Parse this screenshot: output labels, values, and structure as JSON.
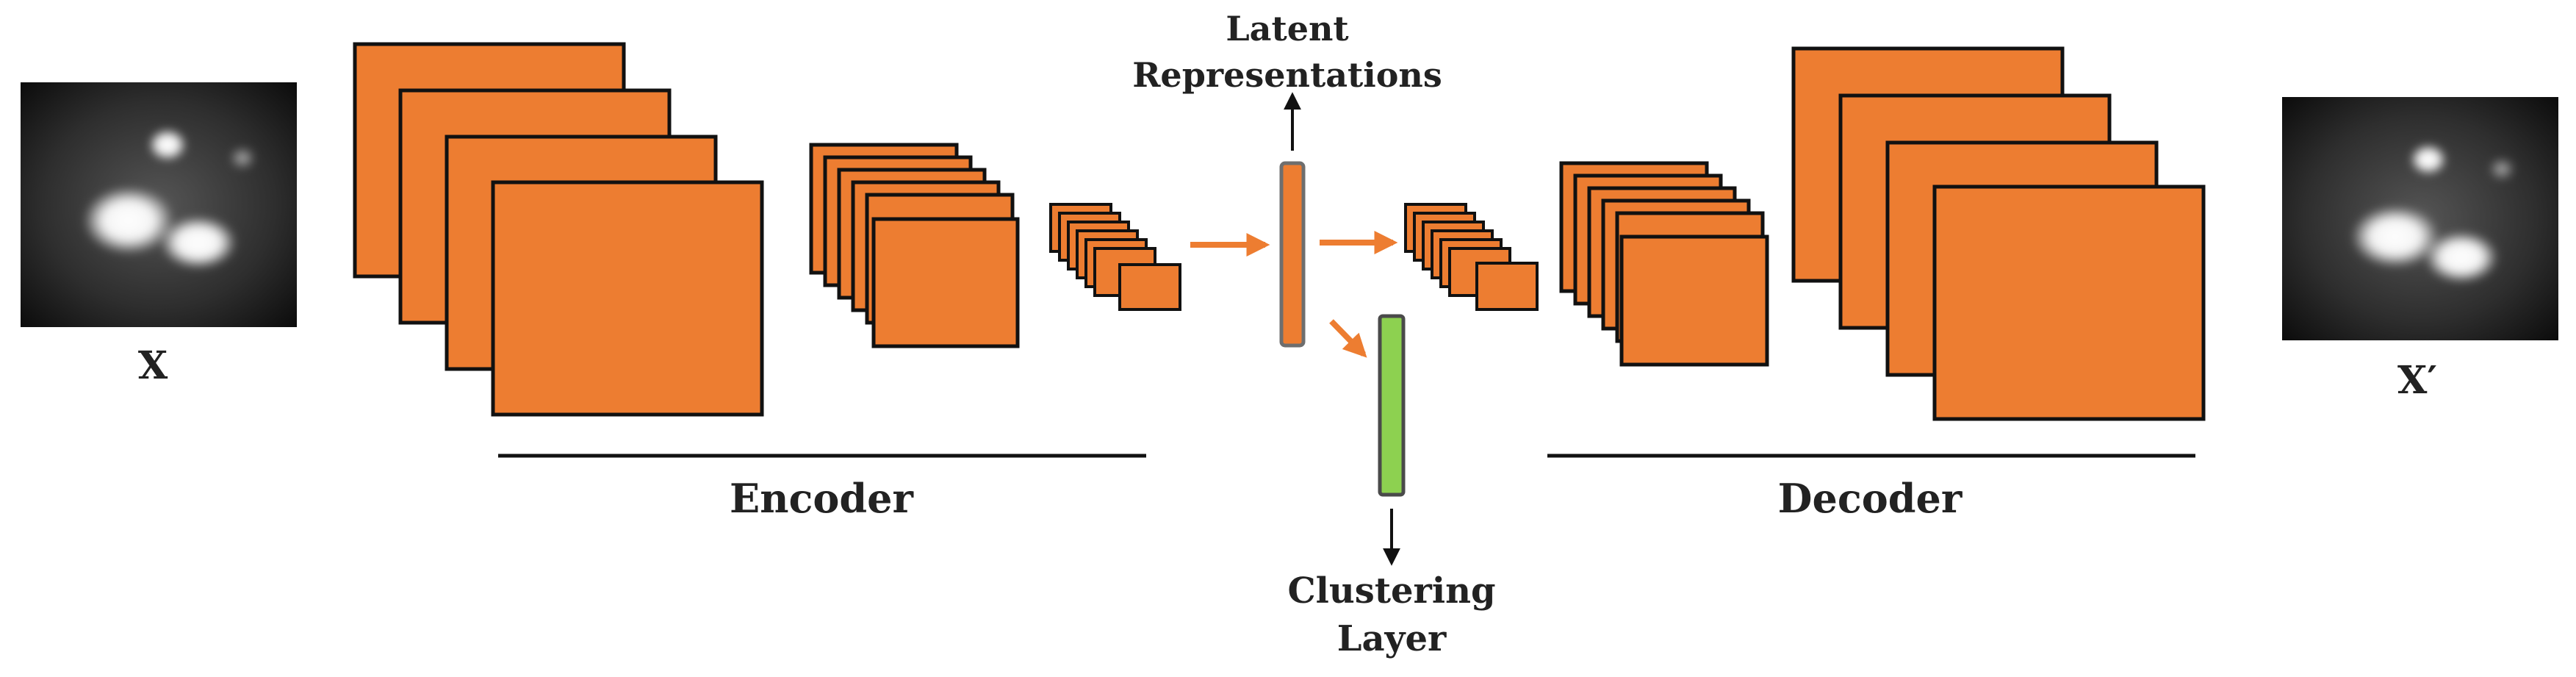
{
  "labels": {
    "input": "X",
    "output": "X′",
    "encoder": "Encoder",
    "decoder": "Decoder",
    "latent_line1": "Latent",
    "latent_line2": "Representations",
    "clustering_line1": "Clustering",
    "clustering_line2": "Layer"
  },
  "colors": {
    "block_fill": "#ED7D31",
    "block_stroke": "#111111",
    "latent_stroke": "#6E6E6E",
    "cluster_fill": "#8DD150",
    "arrow_orange": "#ED7D31",
    "arrow_black": "#111111",
    "text": "#222222"
  },
  "icons": {
    "input_image": "fluorescence-microscopy-image",
    "output_image": "reconstructed-microscopy-image"
  }
}
